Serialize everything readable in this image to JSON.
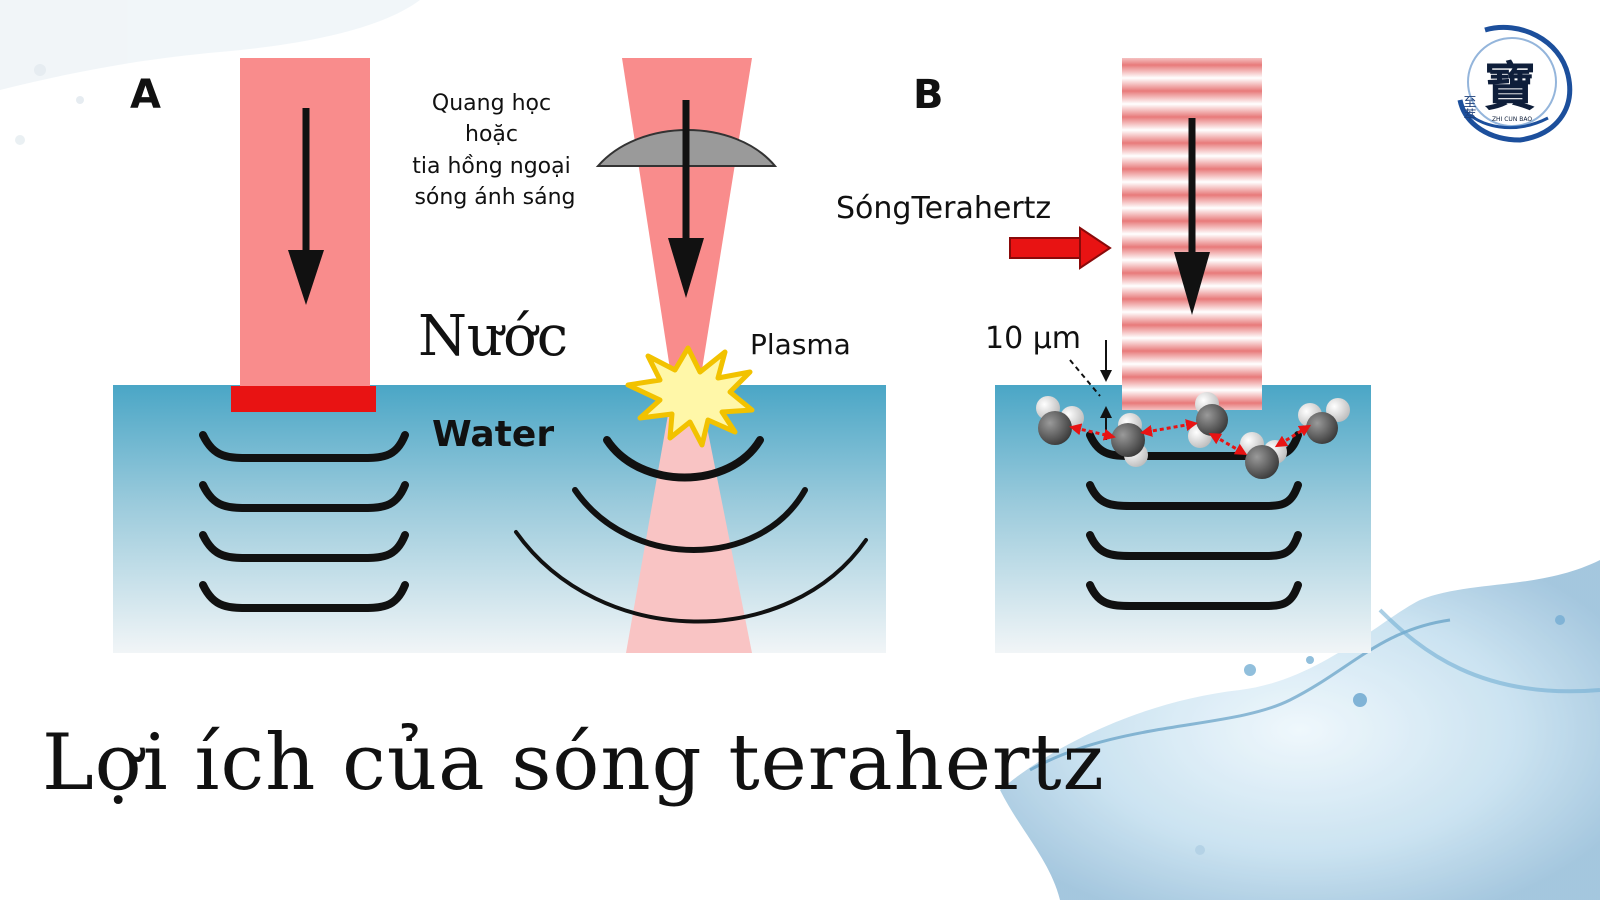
{
  "panels": {
    "a_label": "A",
    "b_label": "B"
  },
  "labels": {
    "optical": [
      "Quang học",
      "hoặc",
      "tia hồng ngoại",
      "sóng ánh sáng"
    ],
    "nuoc": "Nước",
    "water": "Water",
    "plasma": "Plasma",
    "terahertz": "SóngTerahertz",
    "micron": "10 µm"
  },
  "logo": {
    "text_side": "至萃",
    "text_main": "寶",
    "text_sub": "ZHI CUN BAO"
  },
  "title": "Lợi ích của sóng terahertz",
  "colors": {
    "beam": "#f98c8c",
    "beam_light": "#f9c4c4",
    "contact": "#e81313",
    "water_top": "#4aa6c6",
    "water_bottom": "#f1f5f7",
    "arrow_red": "#e81313",
    "plasma": "#fff7a8"
  }
}
